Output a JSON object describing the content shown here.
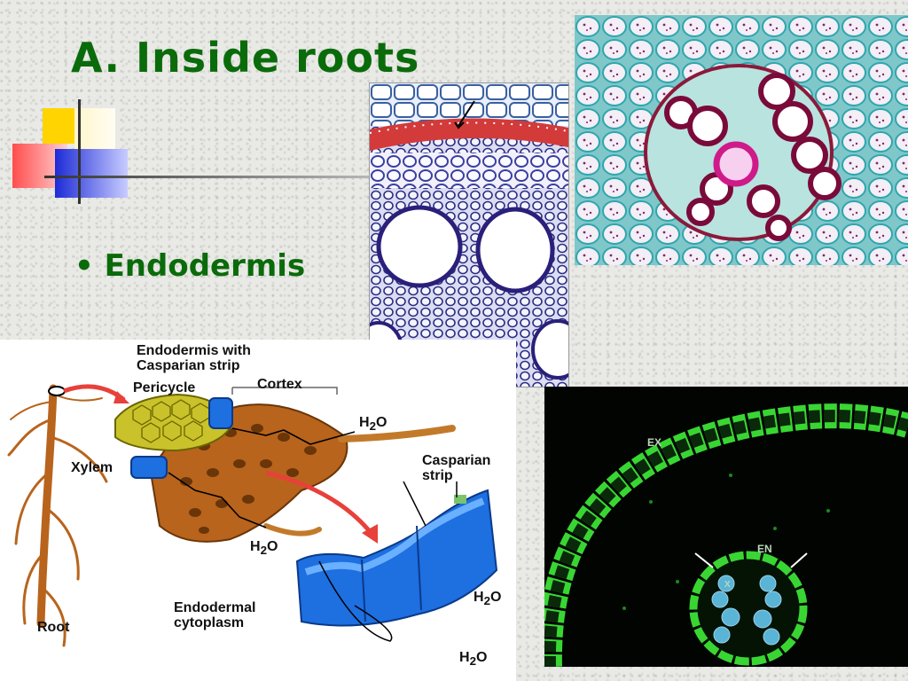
{
  "slide": {
    "title": "A. Inside roots",
    "bullet": "• Endodermis"
  },
  "diagram": {
    "labels": {
      "endodermis_line1": "Endodermis with",
      "endodermis_line2": "Casparian strip",
      "pericycle": "Pericycle",
      "cortex": "Cortex",
      "h2o_top": "H",
      "xylem": "Xylem",
      "casparian_line1": "Casparian",
      "casparian_line2": "strip",
      "h2o_mid": "H",
      "h2o_right": "H",
      "endodermal_line1": "Endodermal",
      "endodermal_line2": "cytoplasm",
      "h2o_bottom": "H",
      "root": "Root"
    },
    "water_suffix_sub": "2",
    "water_suffix_o": "O"
  },
  "fluorescence": {
    "labels": {
      "ex": "EX",
      "en": "EN",
      "x": "X"
    }
  },
  "colors": {
    "title_green": "#0a6b0a",
    "xylem_blue": "#1e6fe0",
    "cortex_brown": "#b8641c",
    "pericycle_yellow": "#c9c22a",
    "fluor_green": "#39d633"
  }
}
